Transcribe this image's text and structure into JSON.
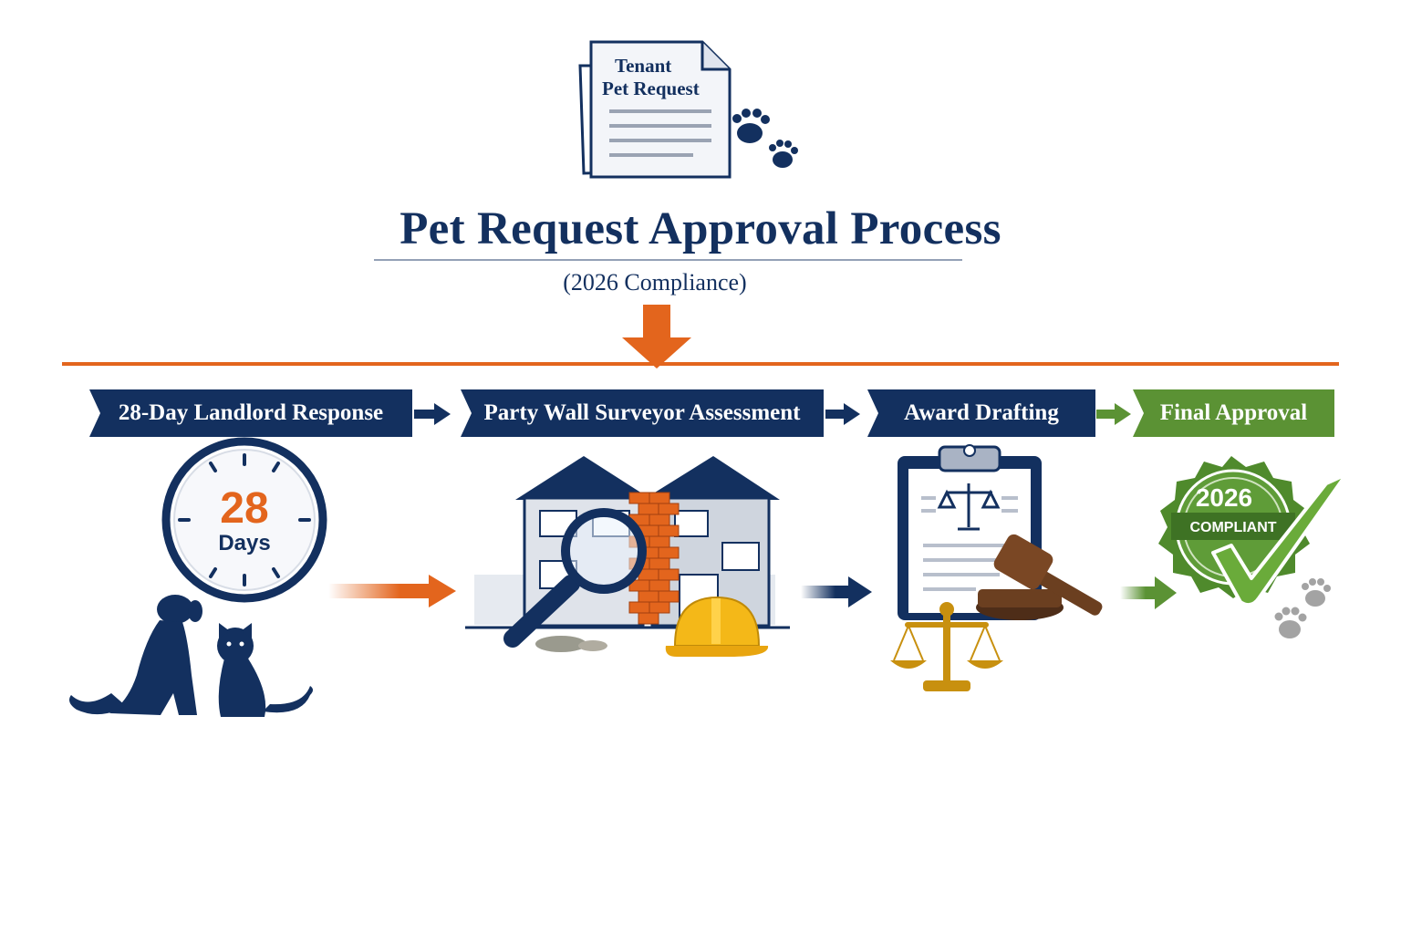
{
  "document": {
    "label_line1": "Tenant",
    "label_line2": "Pet Request",
    "icon": "document-icon"
  },
  "title": "Pet Request Approval Process",
  "subtitle": "(2026 Compliance)",
  "steps": [
    {
      "label": "28-Day Landlord Response",
      "icon": "clock-icon"
    },
    {
      "label": "Party Wall Surveyor Assessment",
      "icon": "house-inspection-icon"
    },
    {
      "label": "Award Drafting",
      "icon": "legal-clipboard-icon"
    },
    {
      "label": "Final Approval",
      "icon": "compliance-seal-icon"
    }
  ],
  "clock": {
    "number": "28",
    "unit": "Days"
  },
  "seal": {
    "year": "2026",
    "text": "COMPLIANT"
  },
  "colors": {
    "navy": "#13305f",
    "orange": "#e3651d",
    "green": "#5b9234",
    "gold": "#c8900f"
  }
}
